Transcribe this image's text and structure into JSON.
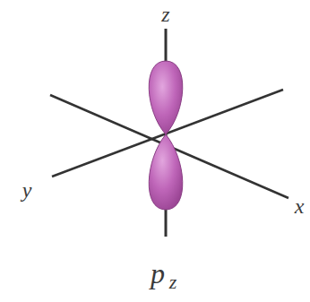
{
  "diagram": {
    "labels": [
      "z",
      "y",
      "x",
      "p",
      "z"
    ]
  }
}
